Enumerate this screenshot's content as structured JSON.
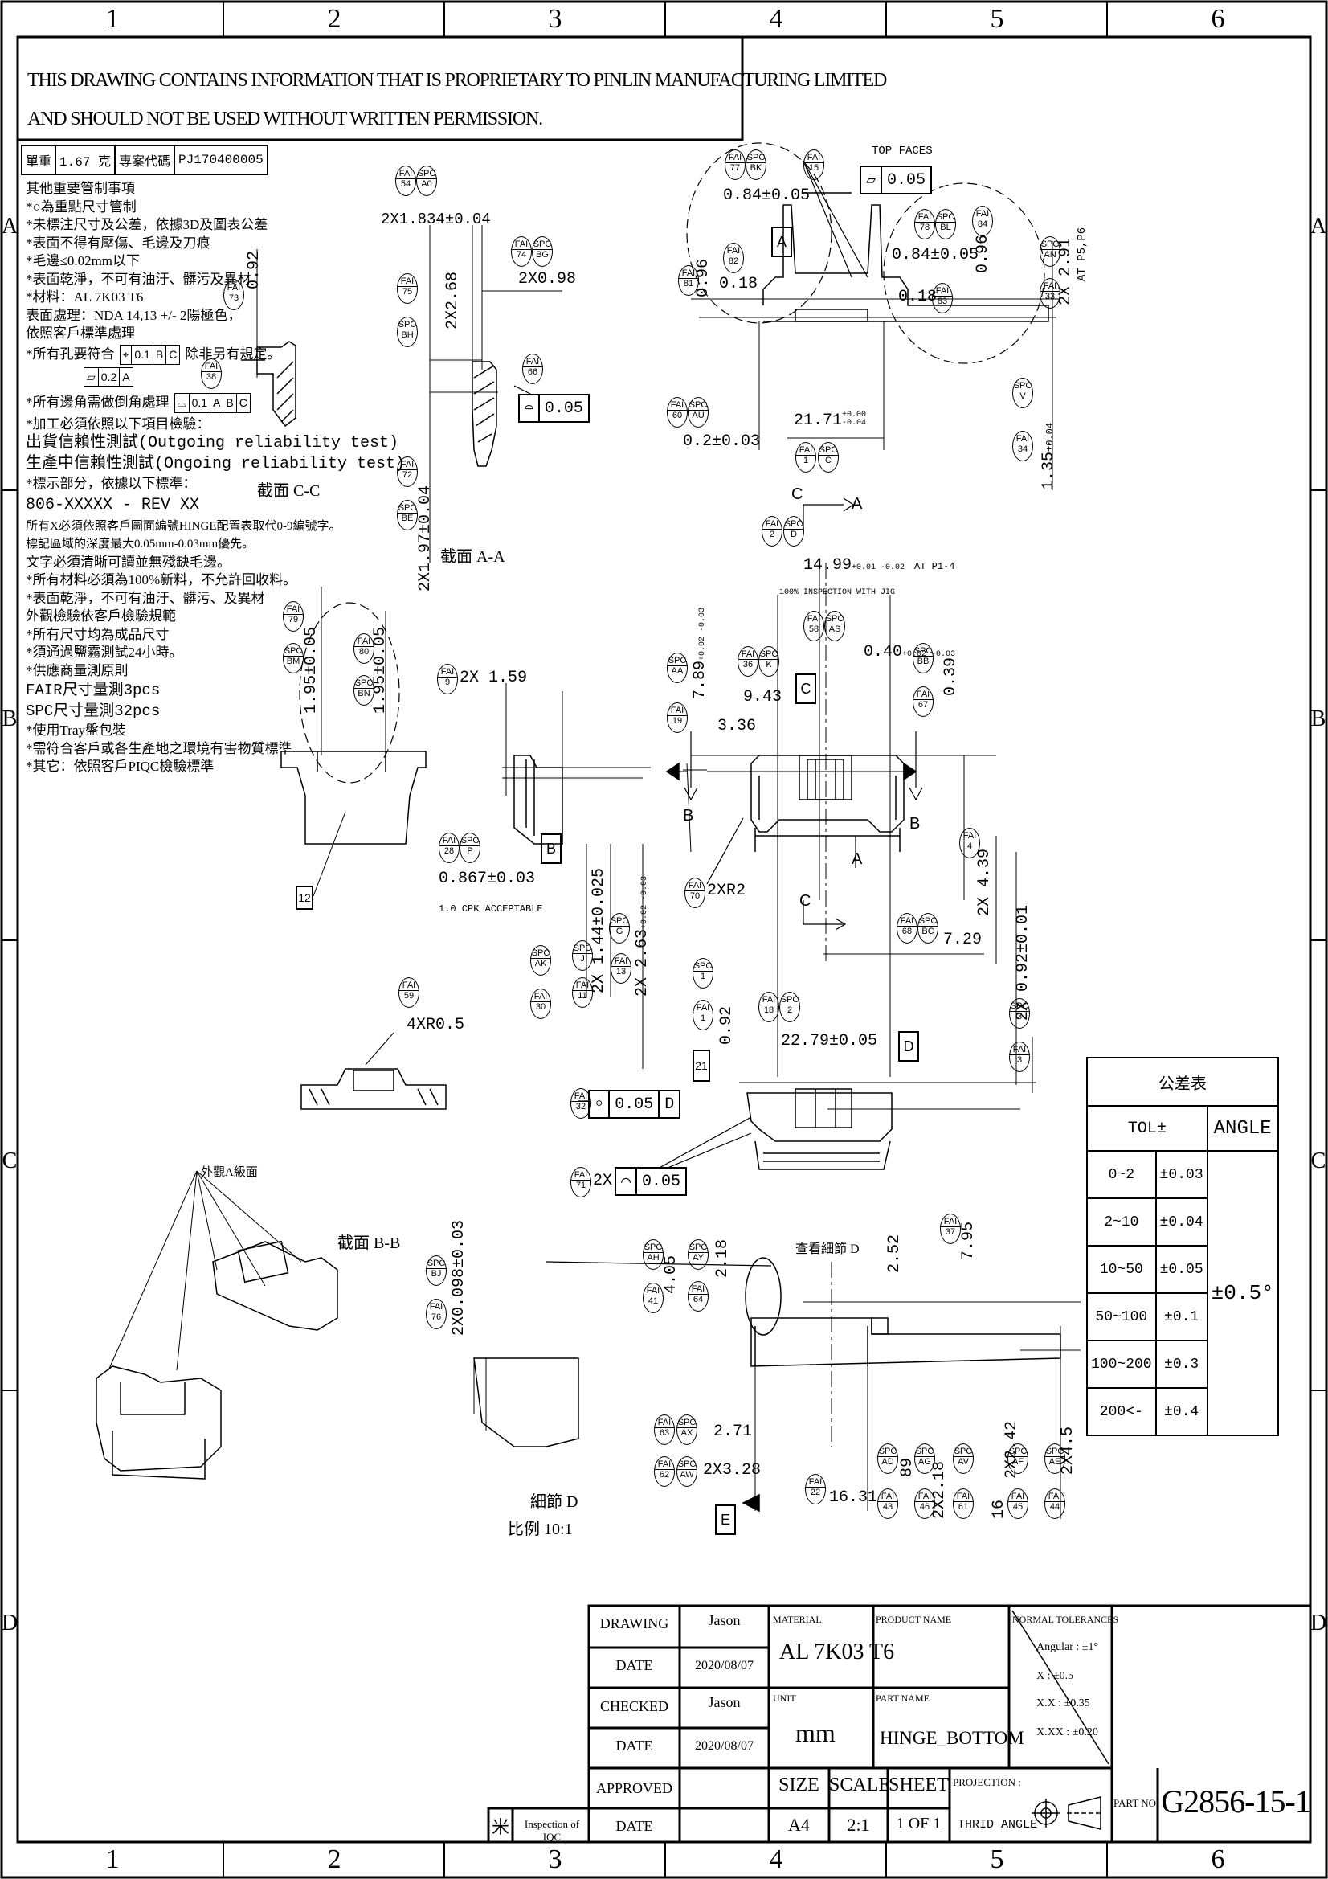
{
  "zones": {
    "columns": [
      "1",
      "2",
      "3",
      "4",
      "5",
      "6"
    ],
    "rows": [
      "A",
      "B",
      "C",
      "D"
    ]
  },
  "proprietary_notice": {
    "line1": "THIS DRAWING CONTAINS INFORMATION THAT IS PROPRIETARY TO PINLIN MANUFACTURING LIMITED",
    "line2": "AND SHOULD NOT BE USED WITHOUT WRITTEN PERMISSION."
  },
  "header_info": {
    "weight_label": "單重",
    "weight_value": "1.67 克",
    "project_label": "專案代碼",
    "project_value": "PJ170400005"
  },
  "notes": [
    "其他重要管制事項",
    "*○為重點尺寸管制",
    "*未標注尺寸及公差，依據3D及圖表公差",
    "*表面不得有壓傷、毛邊及刀痕",
    "*毛邊≤0.02mm以下",
    "*表面乾淨，不可有油汙、髒污及異材",
    "*材料：AL 7K03 T6",
    "表面處理：NDA 14,13 +/- 2陽極色，",
    "  依照客戶標準處理",
    "*所有孔要符合",
    "*所有邊角需做倒角處理",
    "*加工必須依照以下項目檢驗：",
    "出貨信賴性測試(Outgoing reliability test)",
    "生產中信賴性測試(Ongoing reliability test)",
    "*標示部分，依據以下標準：",
    "806-XXXXX - REV XX",
    "所有X必須依照客戶圖面編號HINGE配置表取代0-9編號字。",
    "標記區域的深度最大0.05mm-0.03mm優先。",
    "文字必須清晰可讀並無殘缺毛邊。",
    "*所有材料必須為100%新料，不允許回收料。",
    "*表面乾淨，不可有油汙、髒污、及異材",
    "  外觀檢驗依客戶檢驗規範",
    "*所有尺寸均為成品尺寸",
    "*須通過鹽霧測試24小時。",
    "*供應商量測原則",
    "FAIR尺寸量測3pcs",
    "SPC尺寸量測32pcs",
    "*使用Tray盤包裝",
    "*需符合客戶或各生產地之環境有害物質標準",
    "*其它：依照客戶PIQC檢驗標準"
  ],
  "note_fcf": {
    "hole_sym": "⌖",
    "hole_tol": "0.1",
    "hole_d1": "B",
    "hole_d2": "C",
    "hole_suffix": "除非另有規定。",
    "flat_sym": "⏥",
    "flat_tol": "0.2",
    "flat_d": "A",
    "edge_sym": "⌓",
    "edge_tol": "0.1",
    "edge_d1": "A",
    "edge_d2": "B",
    "edge_d3": "C"
  },
  "section_labels": {
    "cc": "截面 C-C",
    "aa": "截面 A-A",
    "bb": "截面 B-B",
    "detail_d": "細節 D",
    "scale_d": "比例 10:1",
    "iso_label": "外觀A級面",
    "detail_d_callout": "查看細節 D"
  },
  "dimensions": {
    "d_2x1834": "2X1.834±0.04",
    "d_2x098": "2X0.98",
    "d_2x268": "2X2.68",
    "d_092": "0.92",
    "d_005_box": "0.05",
    "d_2x19784": "2X1.97±0.04",
    "top_faces": "TOP FACES",
    "d_084_a": "0.84±0.05",
    "d_084_b": "0.84±0.05",
    "d_096_a": "0.96",
    "d_096_b": "0.96",
    "d_018_a": "0.18",
    "d_018_b": "0.18",
    "d_2x291": "2X 2.91",
    "d_at_p5p6": "AT P5,P6",
    "d_2171": "21.71",
    "d_2171_tol_up": "+0.00",
    "d_2171_tol_dn": "-0.04",
    "d_02": "0.2±0.03",
    "d_1351": "1.35",
    "d_1351_tol": "±0.04",
    "d_1499": "14.99",
    "d_1499_tol": "+0.01 -0.02",
    "d_at_p14": "AT P1-4",
    "d_100pct": "100% INSPECTION WITH JIG",
    "d_040": "0.40",
    "d_040_tol": "+0.02 -0.03",
    "d_943": "9.43",
    "d_336": "3.36",
    "d_789": "7.89",
    "d_789_tol": "+0.02 -0.03",
    "d_039": "0.39",
    "d_2x159": "2X 1.59",
    "d_0867": "0.867±0.03",
    "d_10cpk": "1.0 CPK ACCEPTABLE",
    "d_195_a": "1.95±0.05",
    "d_195_b": "1.95±0.05",
    "d_2x144": "2X 1.44±0.025",
    "d_2x263": "2X 2.63",
    "d_2x263_tol": "+0.02 -0.03",
    "d_2xr2": "2XR2",
    "d_2x439": "2X 4.39",
    "d_729": "7.29",
    "d_2x092": "2X 0.92±0.01",
    "d_4xr05": "4XR0.5",
    "d_092_b": "0.92",
    "d_2279": "22.79±0.05",
    "d_005_d": "0.05",
    "d_2x_prof": "2X",
    "d_005_prof": "0.05",
    "d_795": "7.95",
    "d_2x0098": "2X0.098±0.03",
    "d_405": "4.05",
    "d_218": "2.18",
    "d_252": "2.52",
    "d_271": "2.71",
    "d_2x328": "2X3.28",
    "d_1631": "16.31",
    "d_89": "89",
    "d_2x218": "2X2.18",
    "d_2x242": "2X2.42",
    "d_16": "16",
    "d_2x45": "2X4.5",
    "datum_a": "A",
    "datum_b": "B",
    "datum_c": "C",
    "datum_d": "D",
    "datum_e": "E",
    "lbl_12": "12",
    "lbl_21": "21"
  },
  "balloons": [
    "FAI 54",
    "SPC A0",
    "FAI 74",
    "SPC BG",
    "FAI 75",
    "SPC BH",
    "FAI 66",
    "FAI 72",
    "SPC BE",
    "FAI 73",
    "FAI 38",
    "FAI 77",
    "SPC BK",
    "FAI 15",
    "FAI 82",
    "FAI 81",
    "FAI 78",
    "SPC BL",
    "FAI 84",
    "SPC AN",
    "FAI 33",
    "FAI 83",
    "FAI 60",
    "SPC AU",
    "FAI 1",
    "SPC C",
    "SPC V",
    "FAI 34",
    "FAI 2",
    "SPC D",
    "FAI 79",
    "SPC BM",
    "FAI 80",
    "SPC BN",
    "FAI 9",
    "FAI 58",
    "SPC AS",
    "FAI 36",
    "SPC K",
    "SPC AA",
    "FAI 19",
    "SPC BB",
    "FAI 67",
    "FAI 28",
    "SPC P",
    "FAI 70",
    "FAI 4",
    "FAI 68",
    "SPC BC",
    "SPC AK",
    "FAI 30",
    "SPC J",
    "FAI 11",
    "SPC G",
    "FAI 13",
    "FAI 59",
    "SPC 1",
    "FAI 1",
    "FAI 18",
    "SPC 2",
    "SPC 3",
    "FAI 3",
    "FAI 32",
    "FAI 71",
    "FAI 37",
    "SPC BJ",
    "FAI 76",
    "SPC AH",
    "FAI 41",
    "SPC AY",
    "FAI 64",
    "FAI 63",
    "SPC AX",
    "FAI 62",
    "SPC AW",
    "FAI 22",
    "SPC AD",
    "FAI 43",
    "SPC AG",
    "FAI 46",
    "SPC AV",
    "FAI 61",
    "SPC AF",
    "FAI 45",
    "SPC AE",
    "FAI 44"
  ],
  "tolerance_table": {
    "title": "公差表",
    "col_tol": "TOL±",
    "col_angle": "ANGLE",
    "angle_value": "±0.5°",
    "rows": [
      {
        "range": "0~2",
        "tol": "±0.03"
      },
      {
        "range": "2~10",
        "tol": "±0.04"
      },
      {
        "range": "10~50",
        "tol": "±0.05"
      },
      {
        "range": "50~100",
        "tol": "±0.1"
      },
      {
        "range": "100~200",
        "tol": "±0.3"
      },
      {
        "range": "200<-",
        "tol": "±0.4"
      }
    ]
  },
  "title_block": {
    "drawing_label": "DRAWING",
    "drawing_value": "Jason",
    "date_label_1": "DATE",
    "date_value_1": "2020/08/07",
    "checked_label": "CHECKED",
    "checked_value": "Jason",
    "date_label_2": "DATE",
    "date_value_2": "2020/08/07",
    "approved_label": "APPROVED",
    "approved_value": "",
    "date_label_3": "DATE",
    "date_value_3": "",
    "iqc_symbol": "米",
    "iqc_label": "Inspection of IQC",
    "material_label": "MATERIAL",
    "material_value": "AL 7K03 T6",
    "unit_label": "UNIT",
    "unit_value": "mm",
    "product_name_label": "PRODUCT NAME",
    "product_name_value": "",
    "part_name_label": "PART NAME",
    "part_name_value": "HINGE_BOTTOM",
    "normal_tol_label": "NORMAL TOLERANCES",
    "tol_angular": "Angular : ±1°",
    "tol_x": "X : ±0.5",
    "tol_xx": "X.X : ±0.35",
    "tol_xxx": "X.XX : ±0.20",
    "size_label": "SIZE",
    "size_value": "A4",
    "scale_label": "SCALE",
    "scale_value": "2:1",
    "sheet_label": "SHEET",
    "sheet_value": "1 OF 1",
    "projection_label": "PROJECTION :",
    "projection_value": "THRID ANGLE",
    "part_no_label": "PART NO.",
    "part_no_value": "G2856-15-1"
  }
}
